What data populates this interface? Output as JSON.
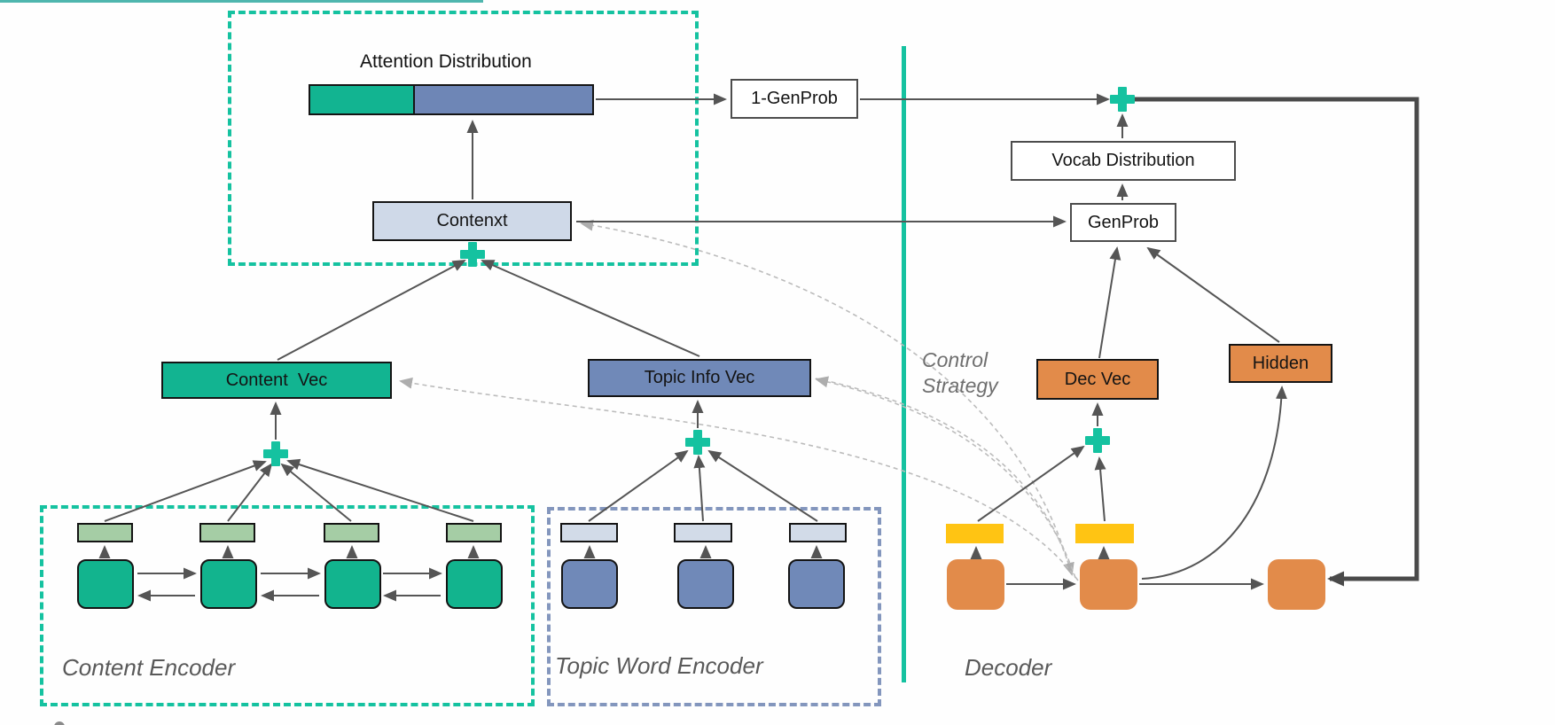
{
  "diagram": {
    "attention": {
      "title": "Attention Distribution"
    },
    "boxes": {
      "contenxt": "Contenxt",
      "one_gen_prob": "1-GenProb",
      "vocab_distribution": "Vocab Distribution",
      "gen_prob": "GenProb",
      "content_vec": "Content  Vec",
      "topic_info_vec": "Topic Info Vec",
      "dec_vec": "Dec Vec",
      "hidden": "Hidden"
    },
    "regions": {
      "content_encoder": "Content Encoder",
      "topic_word_encoder": "Topic Word Encoder",
      "decoder": "Decoder"
    },
    "annotations": {
      "control_strategy": "Control\nStrategy"
    },
    "colors": {
      "teal_accent": "#15C2A0",
      "top_strip_teal": "#4FB6AE",
      "green_fill": "#12B491",
      "light_green_fill": "#A5CDA5",
      "slate_blue_fill": "#7089B8",
      "light_blue_fill": "#D2DBE8",
      "orange_fill": "#E28B4A",
      "yellow_fill": "#FFC413",
      "arrow_gray": "#555555",
      "thick_loop_gray": "#4A4A4A",
      "dashed_control_gray": "#BCBCBC"
    }
  }
}
